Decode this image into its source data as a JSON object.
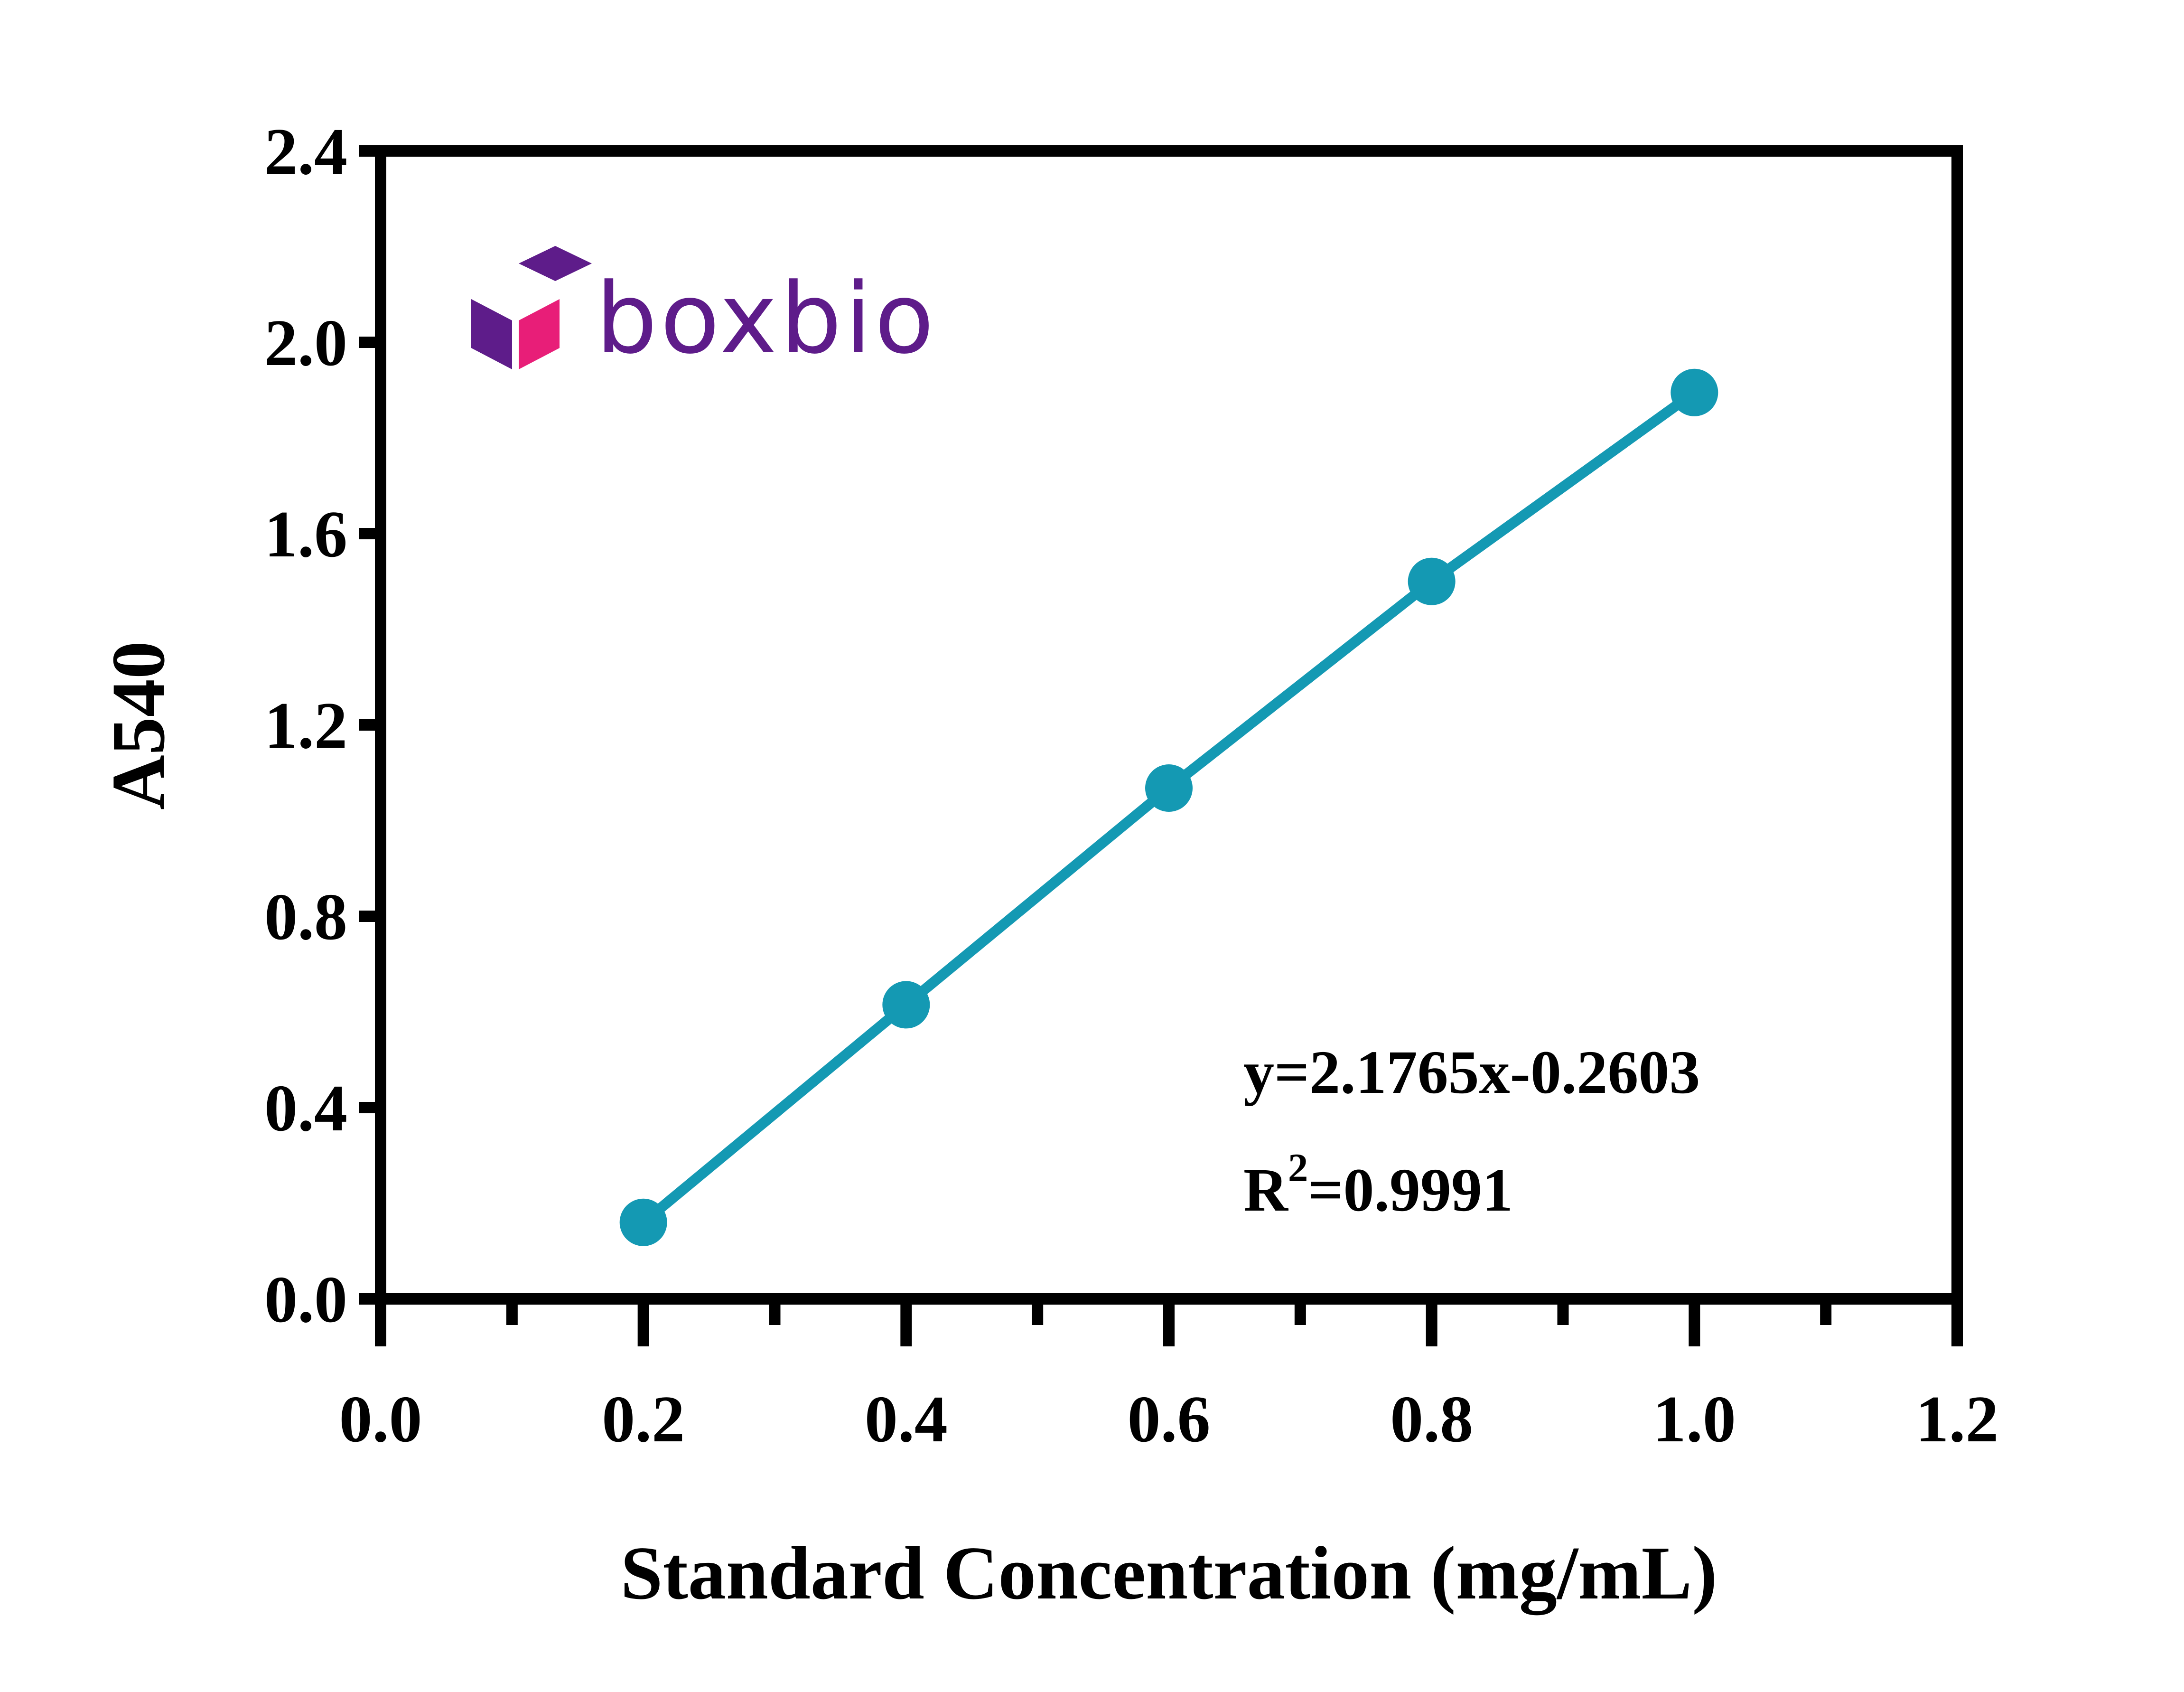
{
  "chart_data": {
    "type": "line",
    "xlabel": "Standard Concentration (mg/mL)",
    "ylabel": "A540",
    "xlim": [
      0,
      1.2
    ],
    "ylim": [
      0,
      2.4
    ],
    "xticks": [
      "0.0",
      "0.2",
      "0.4",
      "0.6",
      "0.8",
      "1.0",
      "1.2"
    ],
    "yticks": [
      "0.0",
      "0.4",
      "0.8",
      "1.2",
      "1.6",
      "2.0",
      "2.4"
    ],
    "grid": false,
    "series": [
      {
        "x": [
          0.2,
          0.4,
          0.6,
          0.8,
          1.0
        ],
        "y": [
          0.16,
          0.615,
          1.068,
          1.5,
          1.895
        ],
        "color": "#1499B3",
        "marker": "circle"
      }
    ],
    "annotations": {
      "equation": "y=2.1765x-0.2603",
      "r_squared_base": "R",
      "r_squared_sup": "2",
      "r_squared_value": "=0.9991"
    }
  },
  "logo": {
    "text": "boxbio",
    "color_primary": "#5E1C8A",
    "color_accent": "#E81E78"
  }
}
